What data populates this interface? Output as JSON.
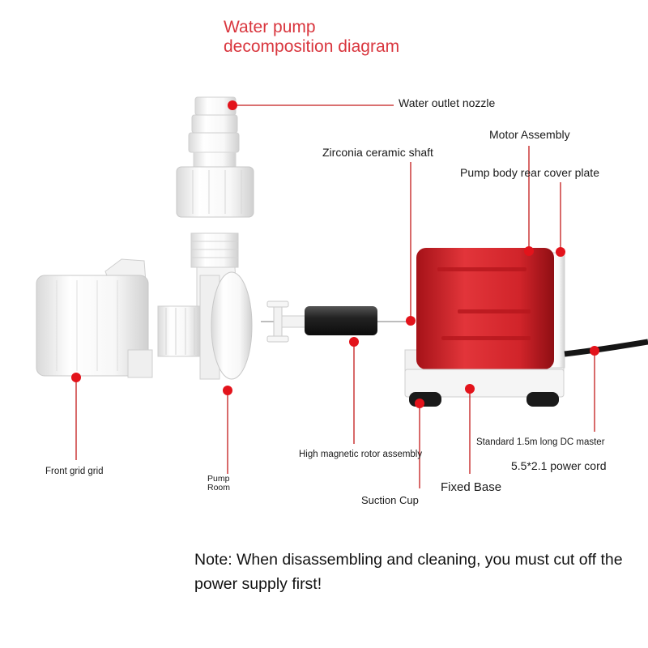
{
  "title": {
    "line1": "Water pump",
    "line2": "decomposition diagram"
  },
  "labels": {
    "water_outlet_nozzle": "Water outlet nozzle",
    "motor_assembly": "Motor Assembly",
    "zirconia_ceramic_shaft": "Zirconia ceramic shaft",
    "pump_body_rear_cover_plate": "Pump body rear cover plate",
    "front_grid": "Front grid grid",
    "pump_room_line1": "Pump",
    "pump_room_line2": "Room",
    "high_magnetic_rotor_assembly": "High magnetic rotor assembly",
    "standard_cord": "Standard 1.5m long DC master",
    "power_cord": "5.5*2.1 power cord",
    "fixed_base": "Fixed Base",
    "suction_cup": "Suction Cup"
  },
  "note": "Note: When disassembling and cleaning, you must cut off the power supply first!",
  "colors": {
    "title": "#d9363e",
    "marker": "#e3131b",
    "leader_line": "#c41a1a",
    "motor_body": "#d8262c",
    "plastic_white": "#f3f3f3"
  }
}
